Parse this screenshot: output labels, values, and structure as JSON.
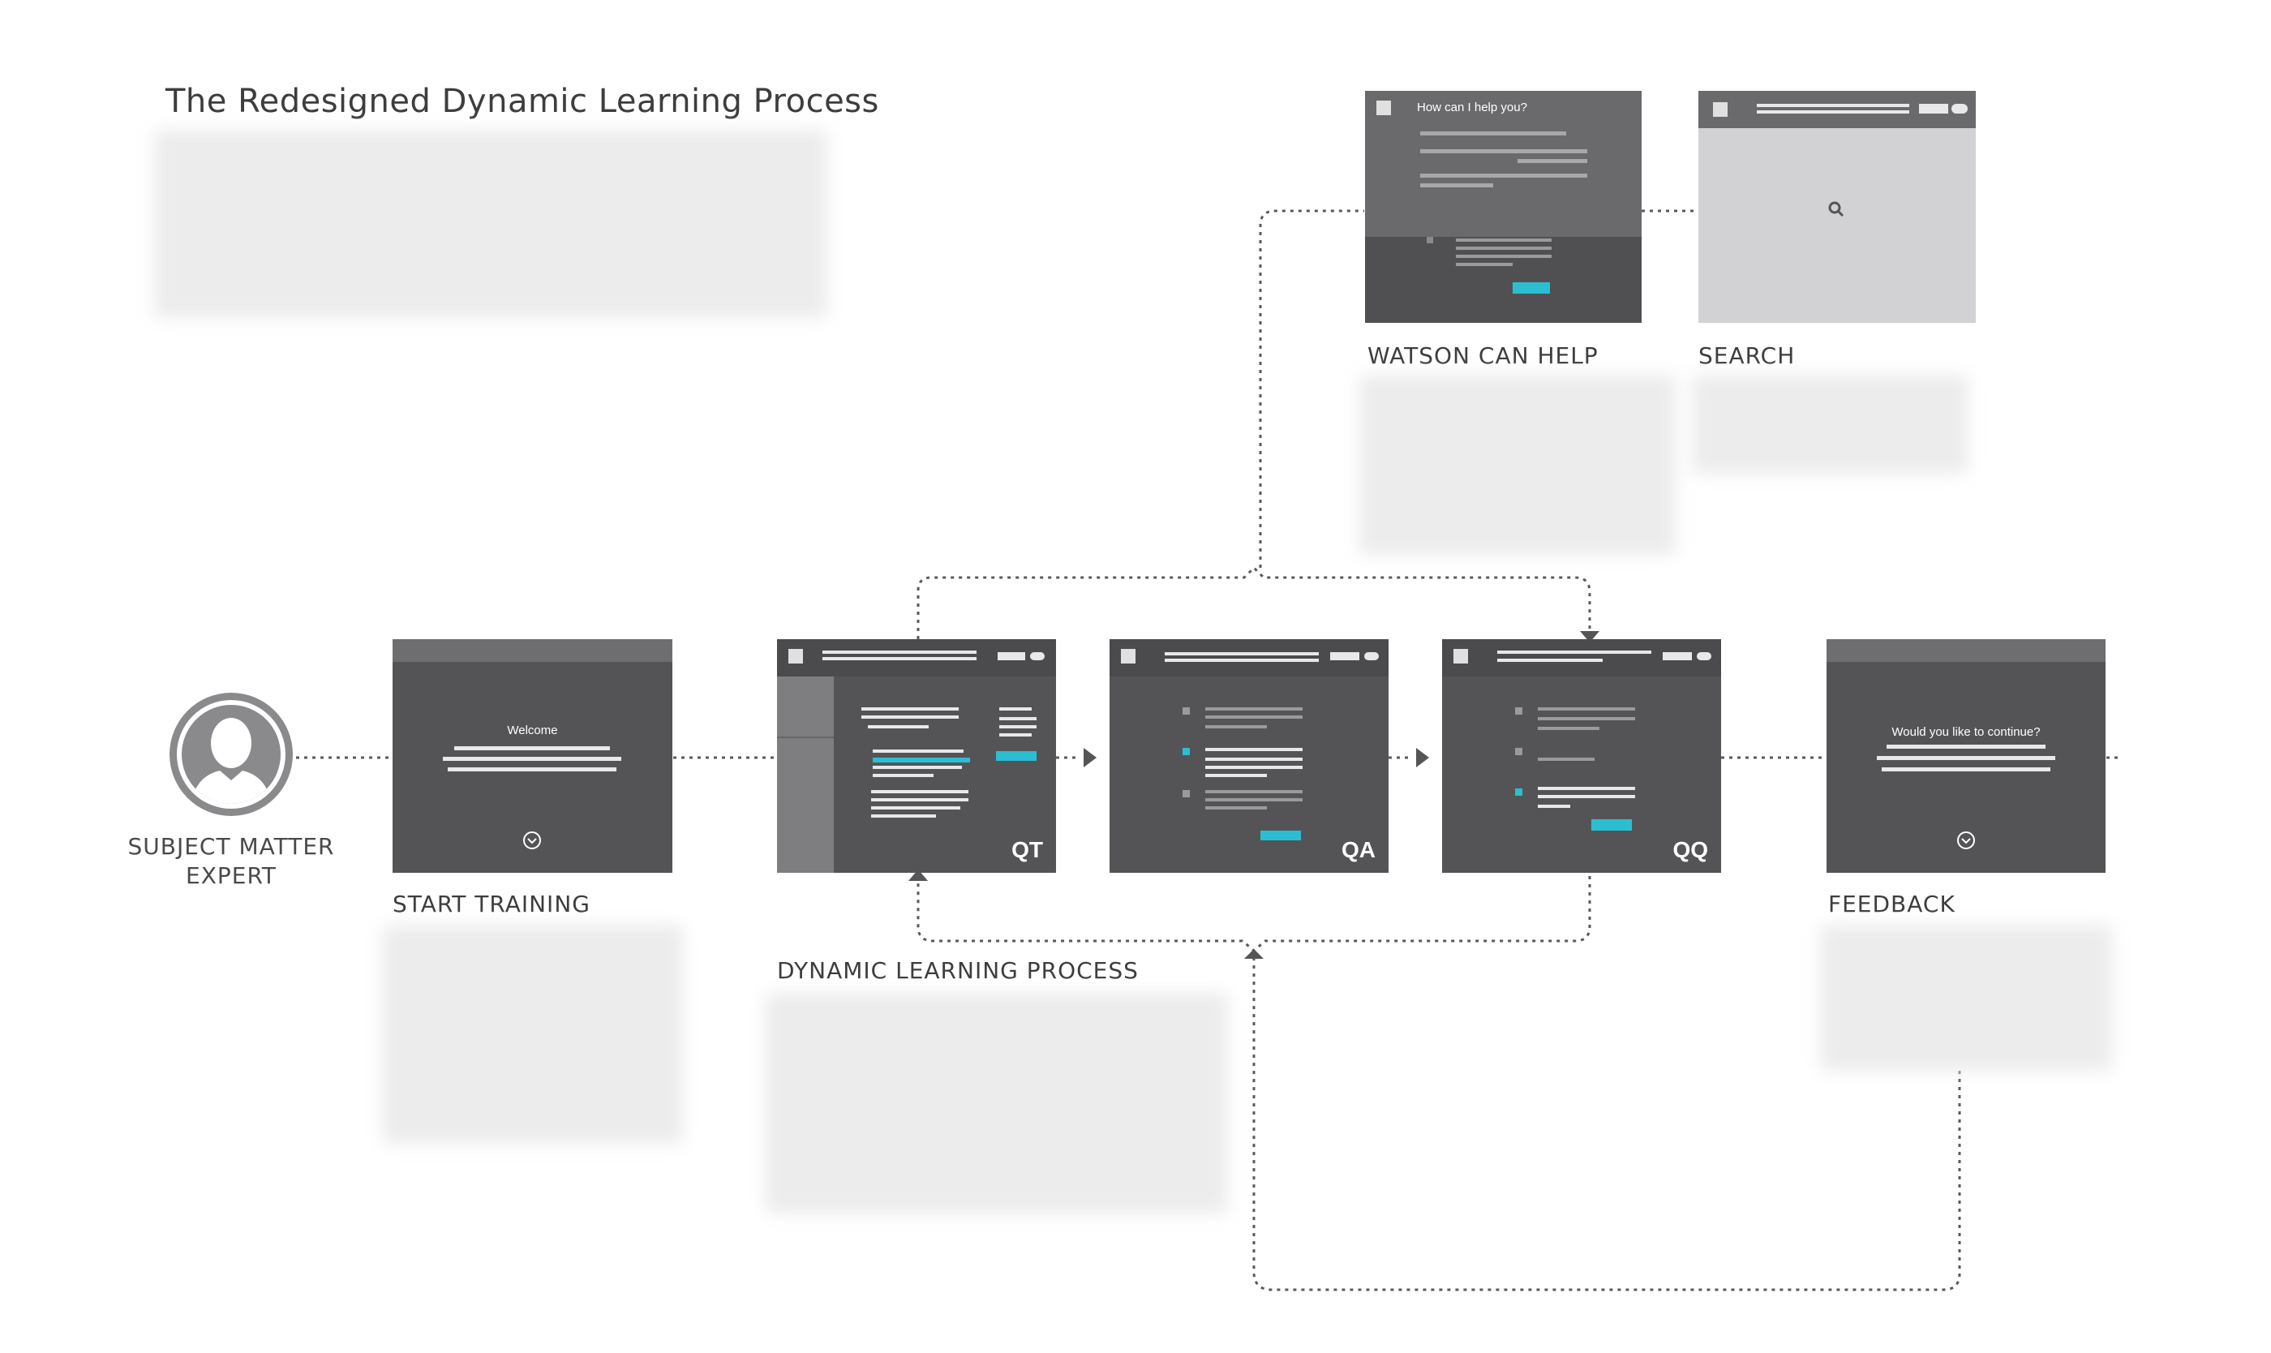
{
  "title": "The Redesigned Dynamic Learning Process",
  "actor": {
    "label_line1": "SUBJECT MATTER",
    "label_line2": "EXPERT",
    "icon": "user-avatar-icon"
  },
  "steps": {
    "start_training": {
      "label": "START TRAINING",
      "screen_text": "Welcome"
    },
    "qt": {
      "tag": "QT"
    },
    "qa": {
      "tag": "QA"
    },
    "qq": {
      "tag": "QQ"
    },
    "feedback": {
      "label": "FEEDBACK",
      "screen_text": "Would you like to continue?"
    },
    "dynamic_learning_process": {
      "label": "DYNAMIC LEARNING PROCESS"
    },
    "watson": {
      "label": "WATSON CAN HELP",
      "screen_text": "How can I help you?"
    },
    "search": {
      "label": "SEARCH",
      "icon": "magnifier-icon"
    }
  },
  "colors": {
    "screen_dark": "#545456",
    "screen_light": "#d2d2d4",
    "accent": "#2bbed2",
    "connector": "#555555"
  }
}
